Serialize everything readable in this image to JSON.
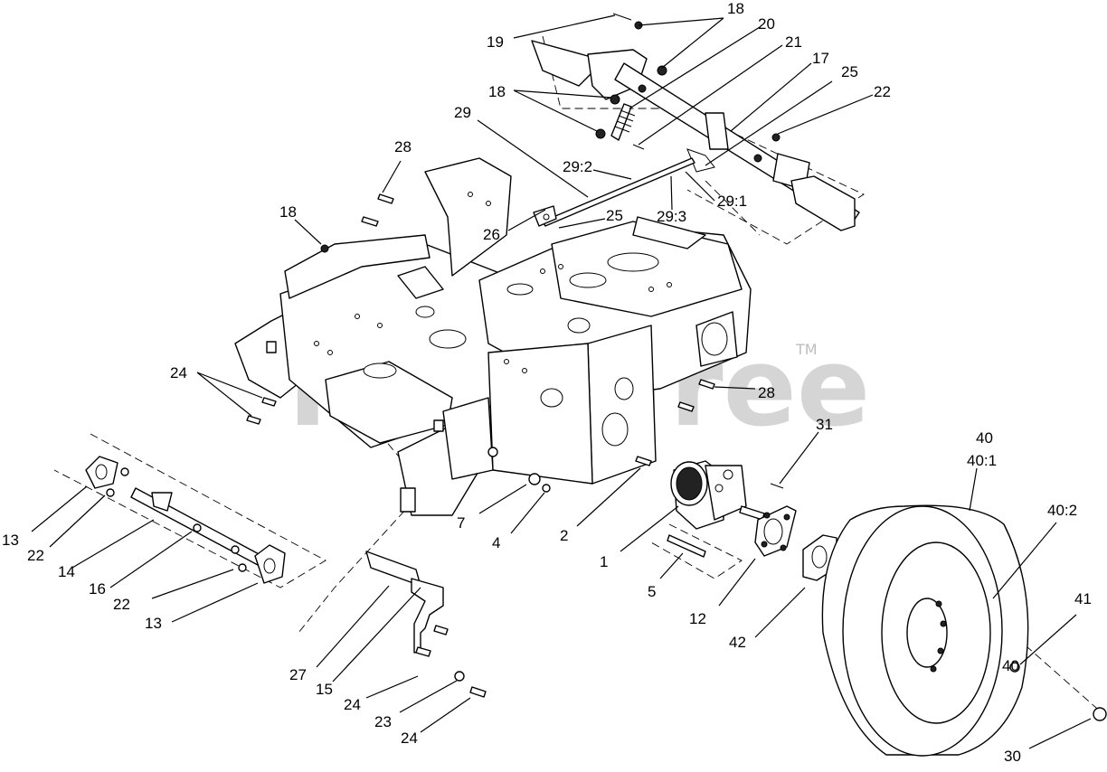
{
  "watermark": {
    "text": "PartsTree",
    "trademark": "TM"
  },
  "callouts": [
    {
      "id": "c18a",
      "text": "18"
    },
    {
      "id": "c19",
      "text": "19"
    },
    {
      "id": "c20",
      "text": "20"
    },
    {
      "id": "c21",
      "text": "21"
    },
    {
      "id": "c17",
      "text": "17"
    },
    {
      "id": "c25a",
      "text": "25"
    },
    {
      "id": "c22a",
      "text": "22"
    },
    {
      "id": "c18b",
      "text": "18"
    },
    {
      "id": "c29",
      "text": "29"
    },
    {
      "id": "c29_2",
      "text": "29:2"
    },
    {
      "id": "c29_1",
      "text": "29:1"
    },
    {
      "id": "c29_3",
      "text": "29:3"
    },
    {
      "id": "c28a",
      "text": "28"
    },
    {
      "id": "c18c",
      "text": "18"
    },
    {
      "id": "c26",
      "text": "26"
    },
    {
      "id": "c25b",
      "text": "25"
    },
    {
      "id": "c28b",
      "text": "28"
    },
    {
      "id": "c24a",
      "text": "24"
    },
    {
      "id": "c31",
      "text": "31"
    },
    {
      "id": "c40",
      "text": "40"
    },
    {
      "id": "c40_1",
      "text": "40:1"
    },
    {
      "id": "c40_2",
      "text": "40:2"
    },
    {
      "id": "c13a",
      "text": "13"
    },
    {
      "id": "c22b",
      "text": "22"
    },
    {
      "id": "c14",
      "text": "14"
    },
    {
      "id": "c16",
      "text": "16"
    },
    {
      "id": "c22c",
      "text": "22"
    },
    {
      "id": "c13b",
      "text": "13"
    },
    {
      "id": "c7",
      "text": "7"
    },
    {
      "id": "c4",
      "text": "4"
    },
    {
      "id": "c2",
      "text": "2"
    },
    {
      "id": "c1",
      "text": "1"
    },
    {
      "id": "c5",
      "text": "5"
    },
    {
      "id": "c12",
      "text": "12"
    },
    {
      "id": "c42",
      "text": "42"
    },
    {
      "id": "c41",
      "text": "41"
    },
    {
      "id": "c40b",
      "text": "40"
    },
    {
      "id": "c27",
      "text": "27"
    },
    {
      "id": "c15",
      "text": "15"
    },
    {
      "id": "c24b",
      "text": "24"
    },
    {
      "id": "c23",
      "text": "23"
    },
    {
      "id": "c24c",
      "text": "24"
    },
    {
      "id": "c30",
      "text": "30"
    }
  ]
}
